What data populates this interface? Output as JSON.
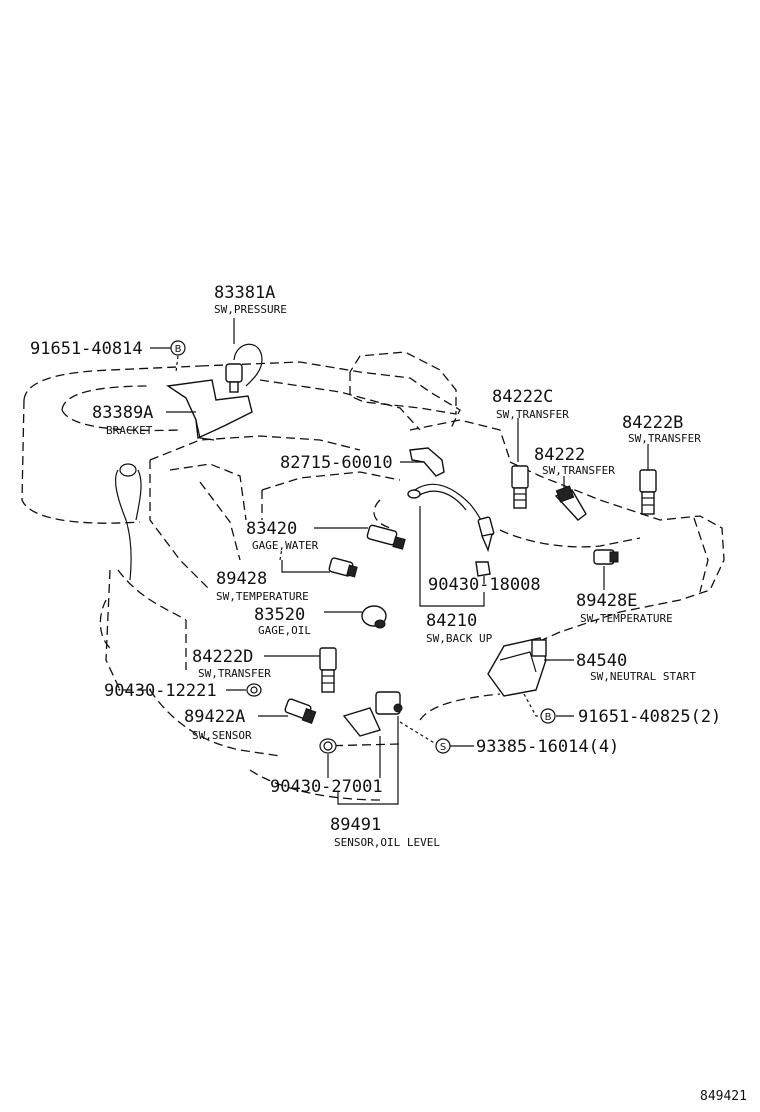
{
  "labels": {
    "p83381A": {
      "number": "83381A",
      "desc": "SW,PRESSURE"
    },
    "p91651_40814": {
      "number": "91651-40814",
      "symbol": "B"
    },
    "p83389A": {
      "number": "83389A",
      "desc": "BRACKET"
    },
    "p84222C": {
      "number": "84222C",
      "desc": "SW,TRANSFER"
    },
    "p84222B": {
      "number": "84222B",
      "desc": "SW,TRANSFER"
    },
    "p84222": {
      "number": "84222",
      "desc": "SW,TRANSFER"
    },
    "p82715_60010": {
      "number": "82715-60010"
    },
    "p83420": {
      "number": "83420",
      "desc": "GAGE,WATER"
    },
    "p89428": {
      "number": "89428",
      "desc": "SW,TEMPERATURE"
    },
    "p90430_18008": {
      "number": "90430-18008"
    },
    "p89428E": {
      "number": "89428E",
      "desc": "SW,TEMPERATURE"
    },
    "p83520": {
      "number": "83520",
      "desc": "GAGE,OIL"
    },
    "p84210": {
      "number": "84210",
      "desc": "SW,BACK UP"
    },
    "p84222D": {
      "number": "84222D",
      "desc": "SW,TRANSFER"
    },
    "p84540": {
      "number": "84540",
      "desc": "SW,NEUTRAL START"
    },
    "p90430_12221": {
      "number": "90430-12221"
    },
    "p89422A": {
      "number": "89422A",
      "desc": "SW,SENSOR"
    },
    "p91651_40825": {
      "number": "91651-40825(2)",
      "symbol": "B"
    },
    "p93385_16014": {
      "number": "93385-16014(4)",
      "symbol": "S"
    },
    "p90430_27001": {
      "number": "90430-27001"
    },
    "p89491": {
      "number": "89491",
      "desc": "SENSOR,OIL LEVEL"
    }
  },
  "footer": {
    "ref": "849421"
  }
}
